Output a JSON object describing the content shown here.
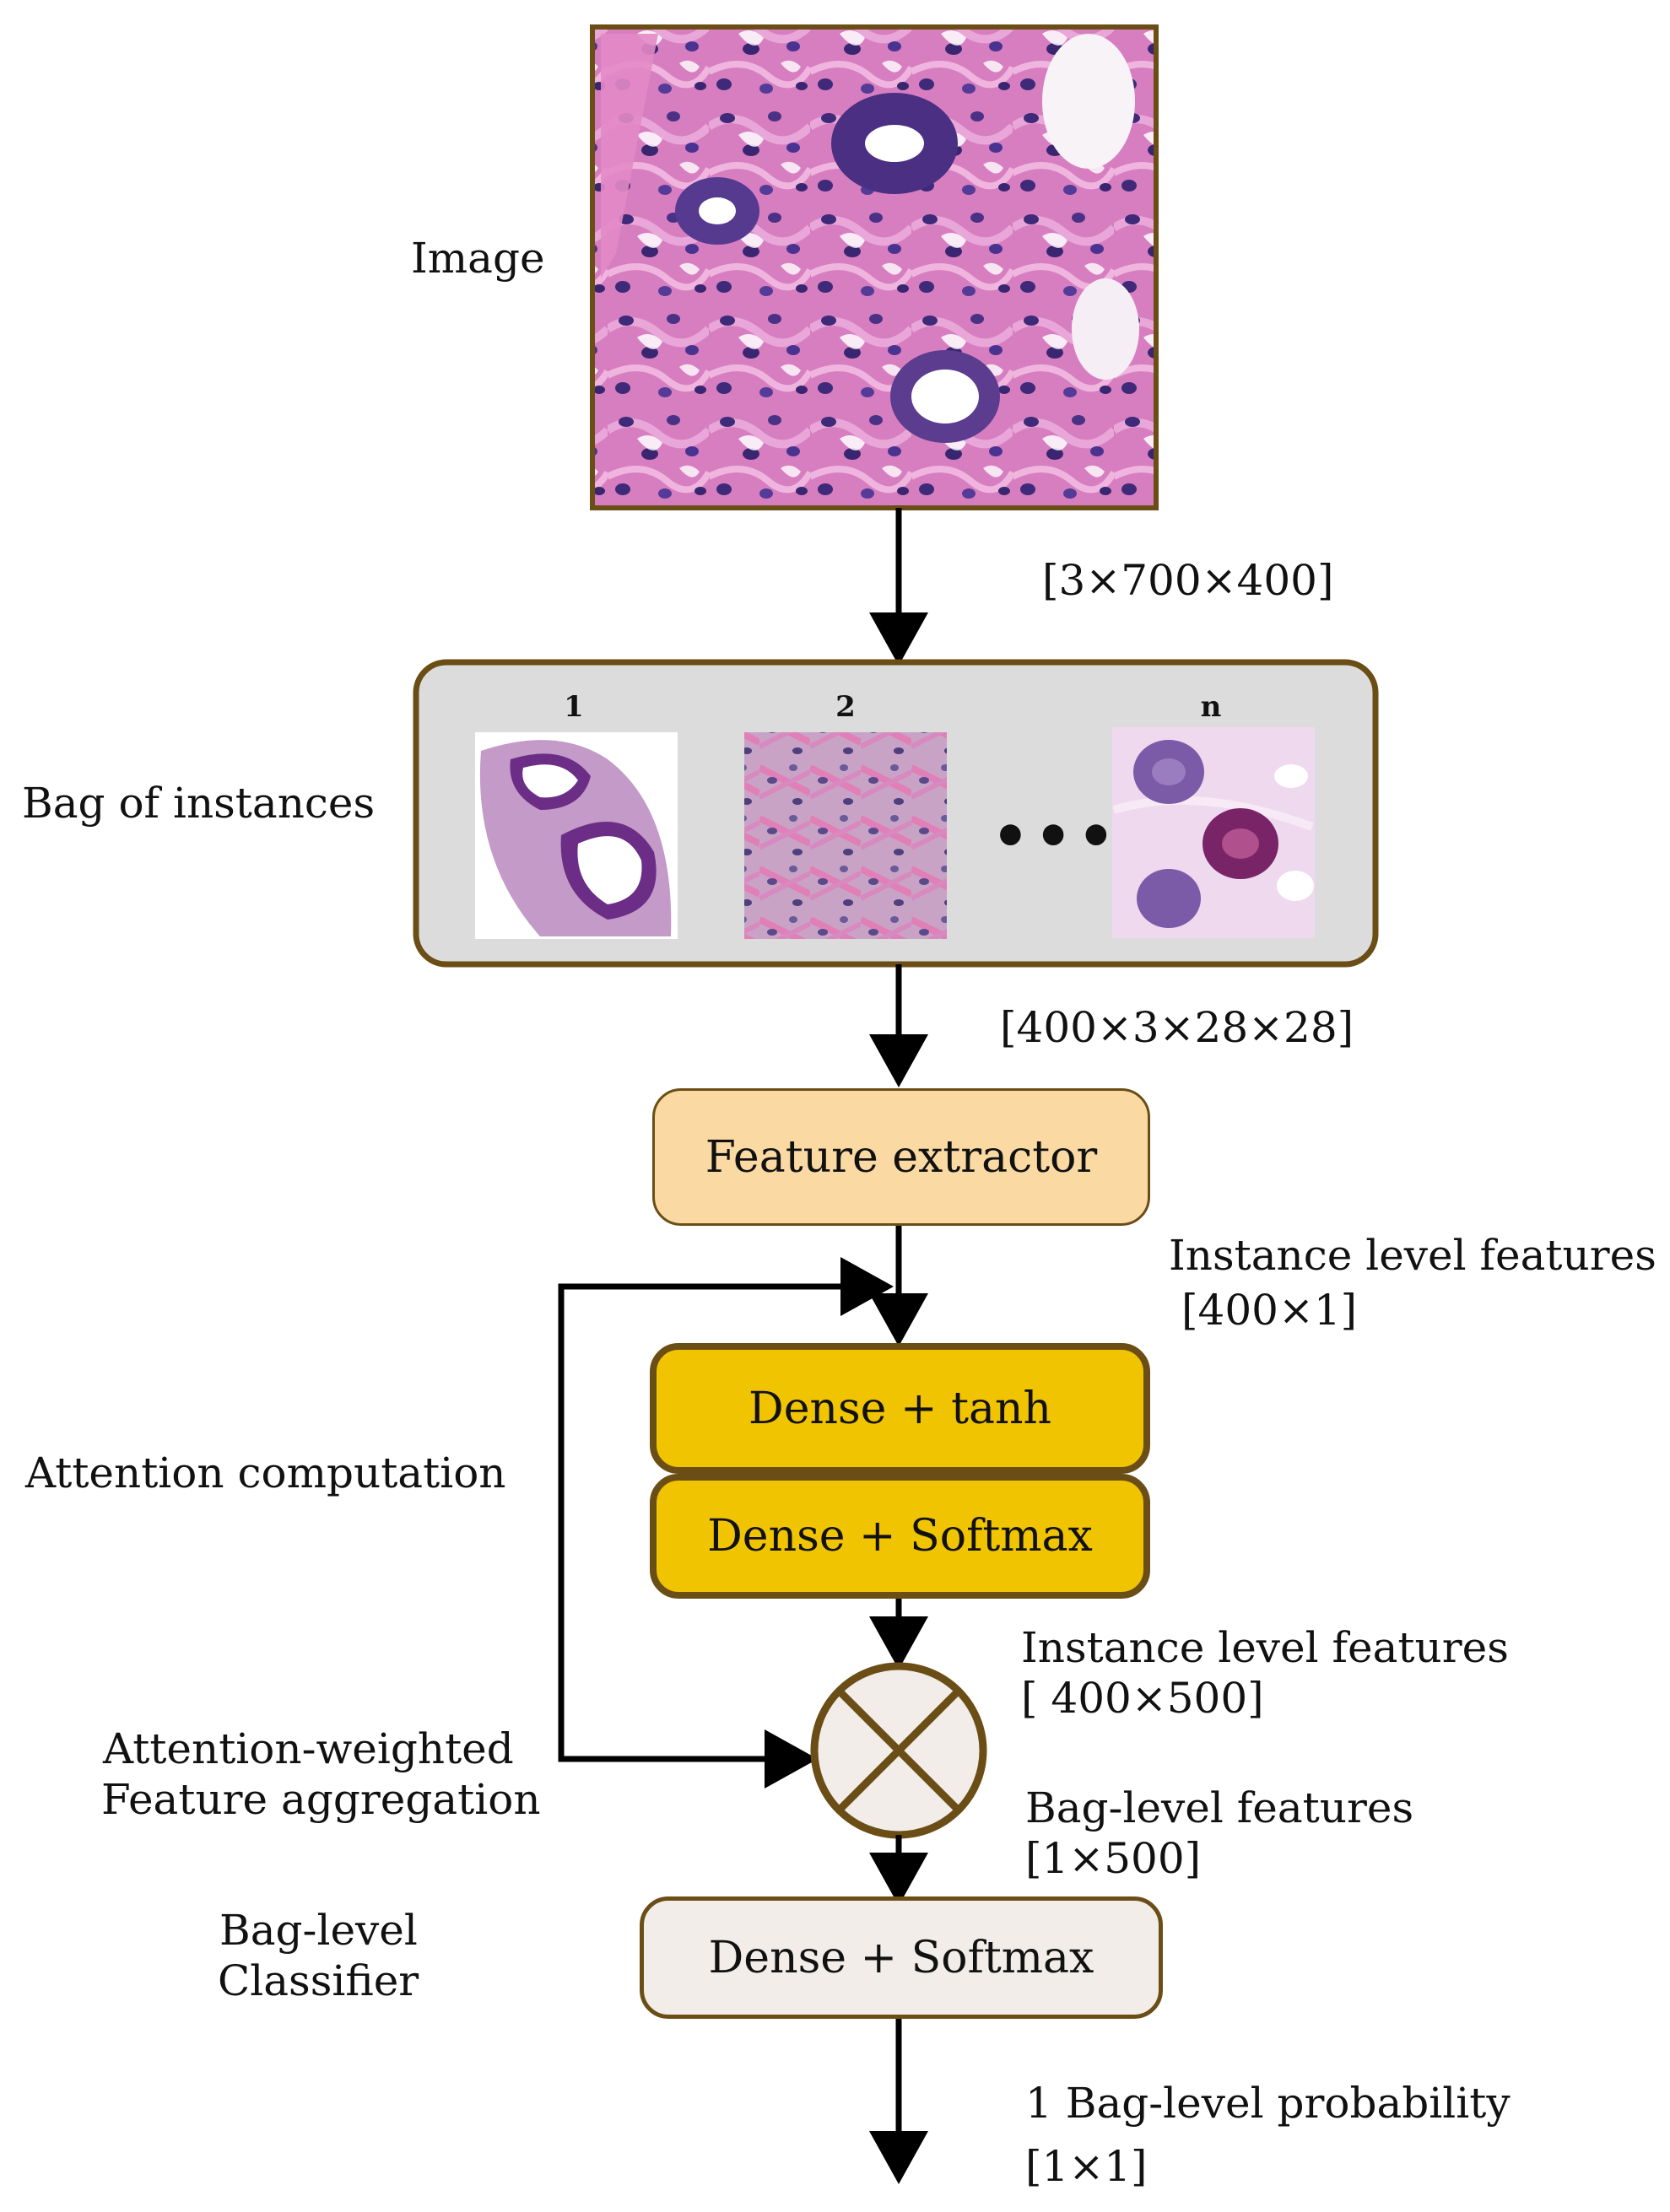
{
  "labels": {
    "image": "Image",
    "bag_of_instances": "Bag of instances",
    "attention_computation": "Attention computation",
    "aggregation_line1": "Attention-weighted",
    "aggregation_line2": "Feature aggregation",
    "classifier_line1": "Bag-level",
    "classifier_line2": "Classifier"
  },
  "dims": {
    "image": "[3×700×400]",
    "bag": "[400×3×28×28]",
    "instance_features_title": "Instance level features",
    "instance_features_dim": "[400×1]",
    "weighted_title": "Instance level features",
    "weighted_dim": "[ 400×500]",
    "bag_features_title": "Bag-level features",
    "bag_features_dim": "[1×500]",
    "output_title": "1 Bag-level probability",
    "output_dim": "[1×1]"
  },
  "boxes": {
    "feature_extractor": "Feature extractor",
    "dense_tanh": "Dense + tanh",
    "dense_softmax": "Dense + Softmax",
    "classifier": "Dense + Softmax"
  },
  "instances": {
    "tile1": "1",
    "tile2": "2",
    "tilen": "n",
    "ellipsis": "•••"
  },
  "colors": {
    "border_brown": "#6b4e16",
    "bag_fill": "#dcdcdc",
    "feature_fill": "#fad9a3",
    "dense_fill": "#f0c400",
    "classifier_fill": "#f2ede8",
    "aggregation_fill": "#f2ede8"
  }
}
